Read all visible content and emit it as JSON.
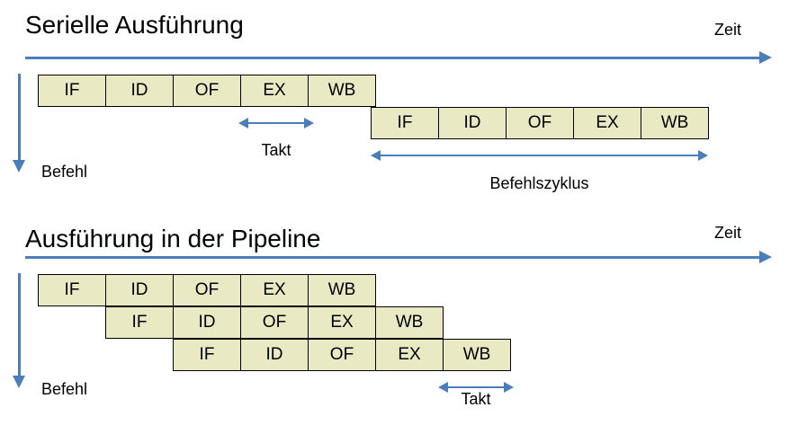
{
  "colors": {
    "box_fill": "#E9E9C3",
    "box_border": "#000000",
    "arrow_blue": "#4A7EBB",
    "text": "#000000",
    "background": "#FFFFFF"
  },
  "sections": [
    {
      "id": "serial",
      "title": "Serielle Ausführung",
      "time_axis_label": "Zeit",
      "instruction_axis_label": "Befehl",
      "rows": [
        {
          "stages": [
            "IF",
            "ID",
            "OF",
            "EX",
            "WB"
          ]
        },
        {
          "stages": [
            "IF",
            "ID",
            "OF",
            "EX",
            "WB"
          ]
        }
      ],
      "annotations": [
        {
          "label": "Takt"
        },
        {
          "label": "Befehlszyklus"
        }
      ]
    },
    {
      "id": "pipeline",
      "title": "Ausführung in der Pipeline",
      "time_axis_label": "Zeit",
      "instruction_axis_label": "Befehl",
      "rows": [
        {
          "stages": [
            "IF",
            "ID",
            "OF",
            "EX",
            "WB"
          ]
        },
        {
          "stages": [
            "IF",
            "ID",
            "OF",
            "EX",
            "WB"
          ]
        },
        {
          "stages": [
            "IF",
            "ID",
            "OF",
            "EX",
            "WB"
          ]
        }
      ],
      "annotations": [
        {
          "label": "Takt"
        }
      ]
    }
  ]
}
